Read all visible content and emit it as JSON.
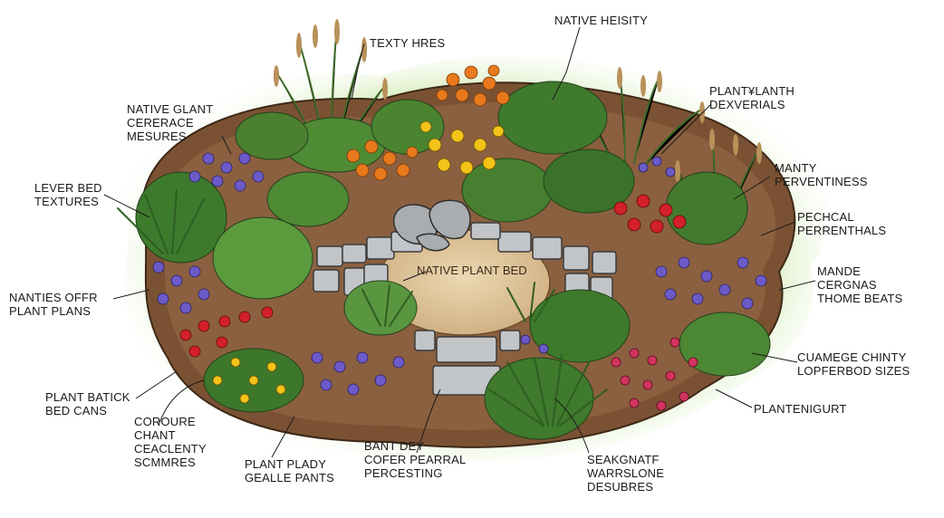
{
  "diagram": {
    "center_label": "NATIVE PLANT BED",
    "labels": [
      {
        "id": "texty-hres",
        "lines": [
          "TEXTY HRES"
        ]
      },
      {
        "id": "native-heisity",
        "lines": [
          "NATIVE HEISITY"
        ]
      },
      {
        "id": "native-glant",
        "lines": [
          "NATIVE GLANT",
          "CERERACE",
          "MESURES"
        ]
      },
      {
        "id": "plant-ylanth",
        "lines": [
          "PLANT¥LANTH",
          "DEXVERIALS"
        ]
      },
      {
        "id": "lever-bed",
        "lines": [
          "LEVER BED",
          "TEXTURES"
        ]
      },
      {
        "id": "manty",
        "lines": [
          "MANTY",
          "PERVENTINESS"
        ]
      },
      {
        "id": "pechcal",
        "lines": [
          "PECHCAL",
          "PERRENTHALS"
        ]
      },
      {
        "id": "nanties-offr",
        "lines": [
          "NANTIES OFFR",
          "PLANT PLANS"
        ]
      },
      {
        "id": "mande",
        "lines": [
          "MANDE",
          "CERGNAS",
          "THOME BEATS"
        ]
      },
      {
        "id": "cuamege",
        "lines": [
          "CUAMEGE CHINTY",
          "LOPFERBOD SIZES"
        ]
      },
      {
        "id": "plant-batick",
        "lines": [
          "PLANT BATICK",
          "BED CANS"
        ]
      },
      {
        "id": "plantenigurt",
        "lines": [
          "PLANTENIGURT"
        ]
      },
      {
        "id": "coroure",
        "lines": [
          "COROURE",
          "CHANT",
          "CEACLENTY",
          "SCMMRES"
        ]
      },
      {
        "id": "plant-plady",
        "lines": [
          "PLANT PLADY",
          "GEALLE PANTS"
        ]
      },
      {
        "id": "bant-dey",
        "lines": [
          "BANT DEY",
          "COFER PEARRAL",
          "PERCESTING"
        ]
      },
      {
        "id": "seakgnatf",
        "lines": [
          "SEAKGNATF",
          "WARRSLONE",
          "DESUBRES"
        ]
      }
    ]
  }
}
